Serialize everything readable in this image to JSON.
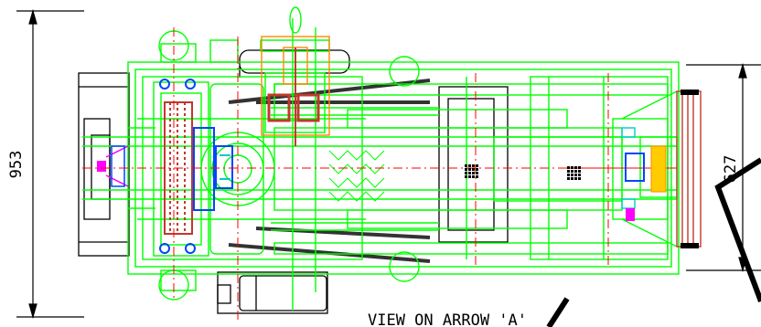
{
  "drawing": {
    "overall_dimension": "953",
    "inner_dimension": "627",
    "view_caption": "VIEW ON ARROW 'A'"
  },
  "colors": {
    "frame": "#00ff00",
    "outline": "#000000",
    "centerline": "#ff0000",
    "sprocket": "#c0392b",
    "gearbox": "#0044ff",
    "cyan": "#00cccc",
    "magenta": "#ff00ff",
    "orange": "#ff8800",
    "yellow": "#ffcc00"
  }
}
